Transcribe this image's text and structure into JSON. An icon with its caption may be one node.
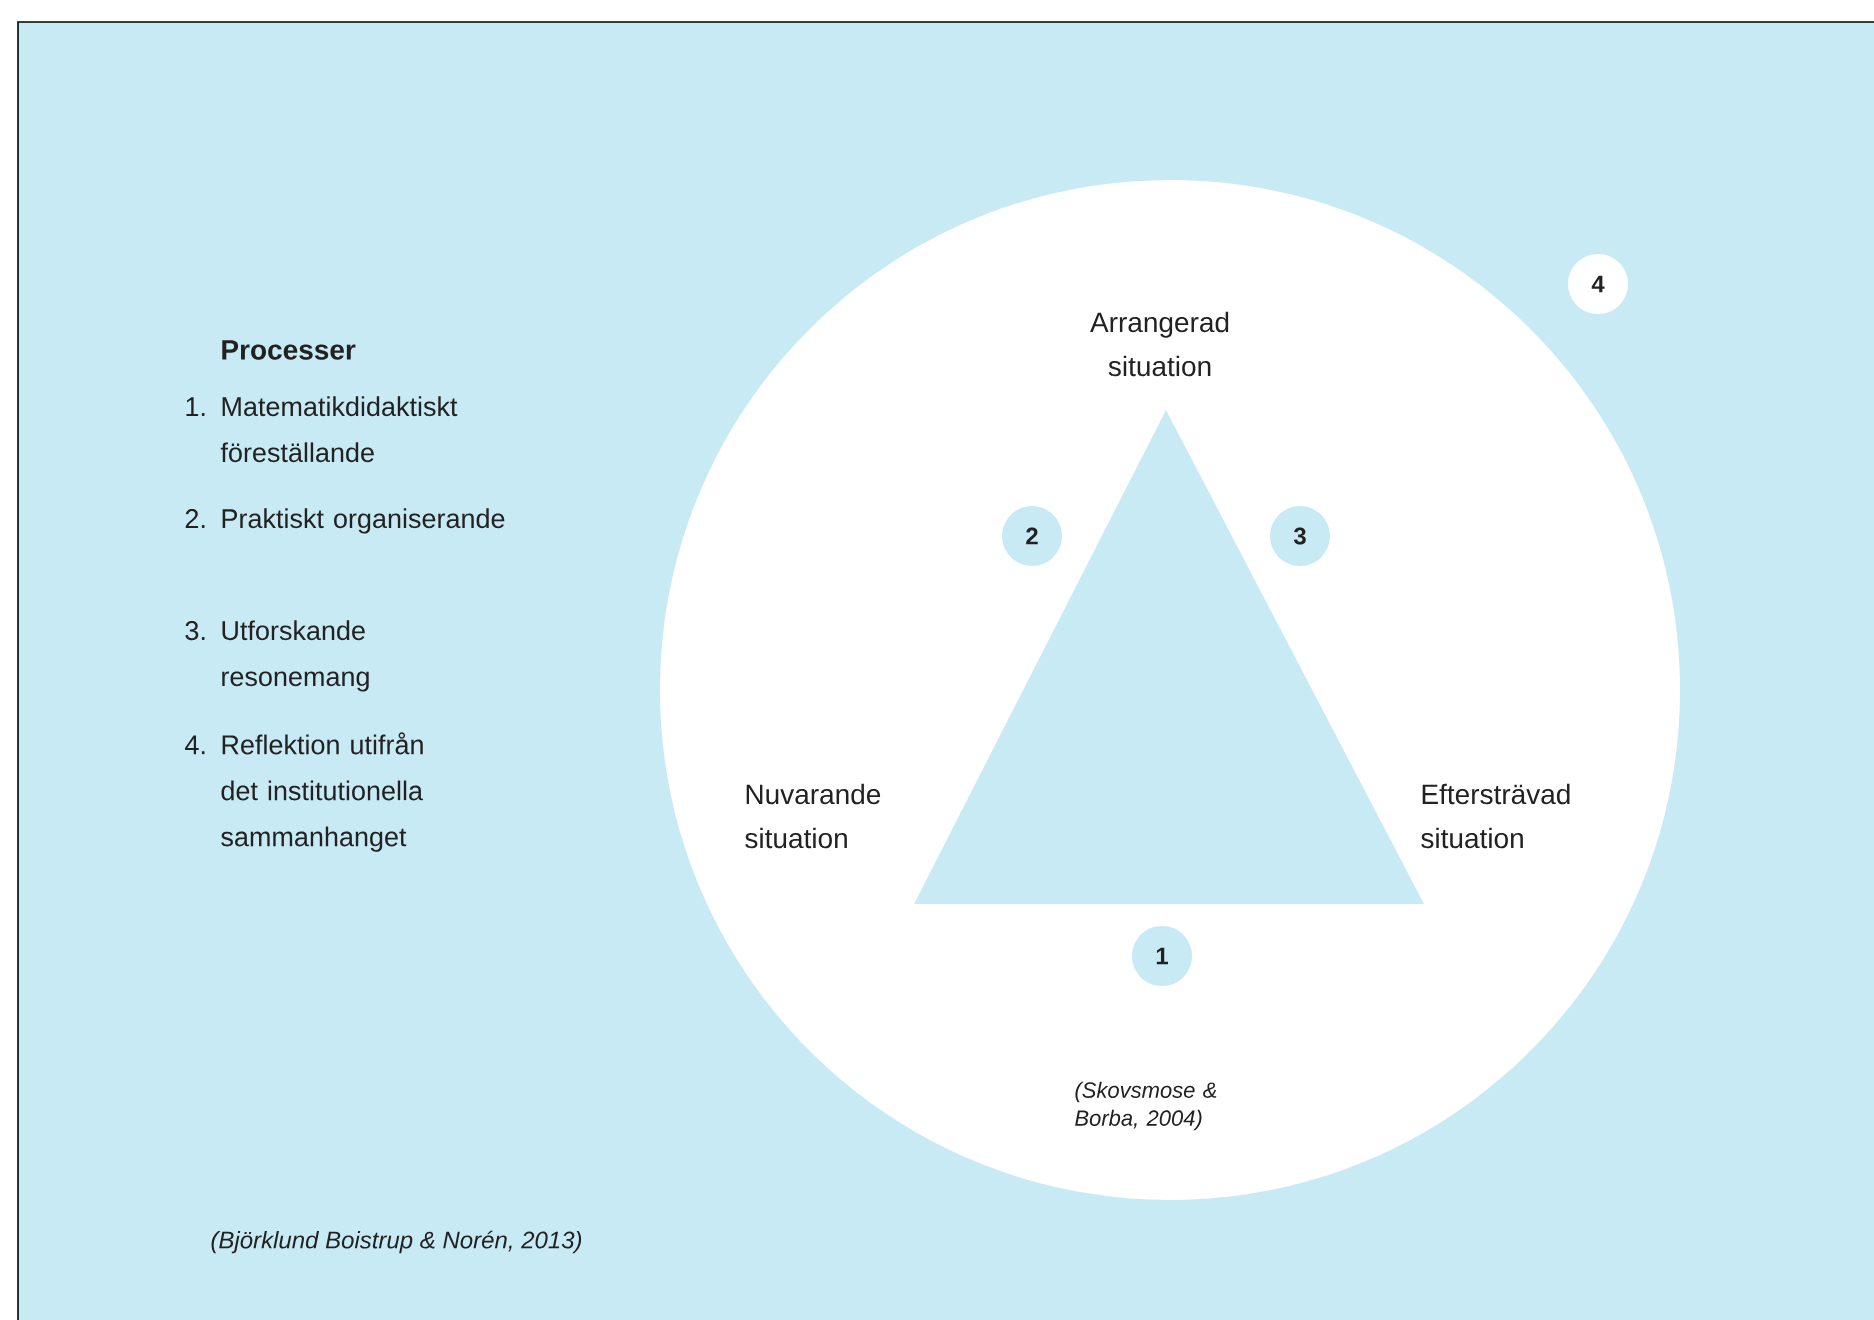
{
  "diagram": {
    "nodes": [
      {
        "text": [
          "Arrangerad situation",
          "Nuvarande situation",
          "Eftersträvad situation",
          "(Skovsmose & Borba, 2004)"
        ]
      },
      {
        "text": [
          "2"
        ],
        "in": 0
      },
      {
        "text": [
          "3"
        ],
        "in": 0
      },
      {
        "text": [
          "1"
        ],
        "in": 0
      },
      {
        "text": [
          "4"
        ]
      }
    ],
    "labels": [
      "Processer",
      "1. Matematikdidaktiskt föreställande",
      "2. Praktiskt organiserande",
      "3. Utforskande resonemang",
      "4. Reflektion utifrån det institutionella sammanhanget",
      "(Björklund Boistrup & Norén, 2013)"
    ]
  }
}
